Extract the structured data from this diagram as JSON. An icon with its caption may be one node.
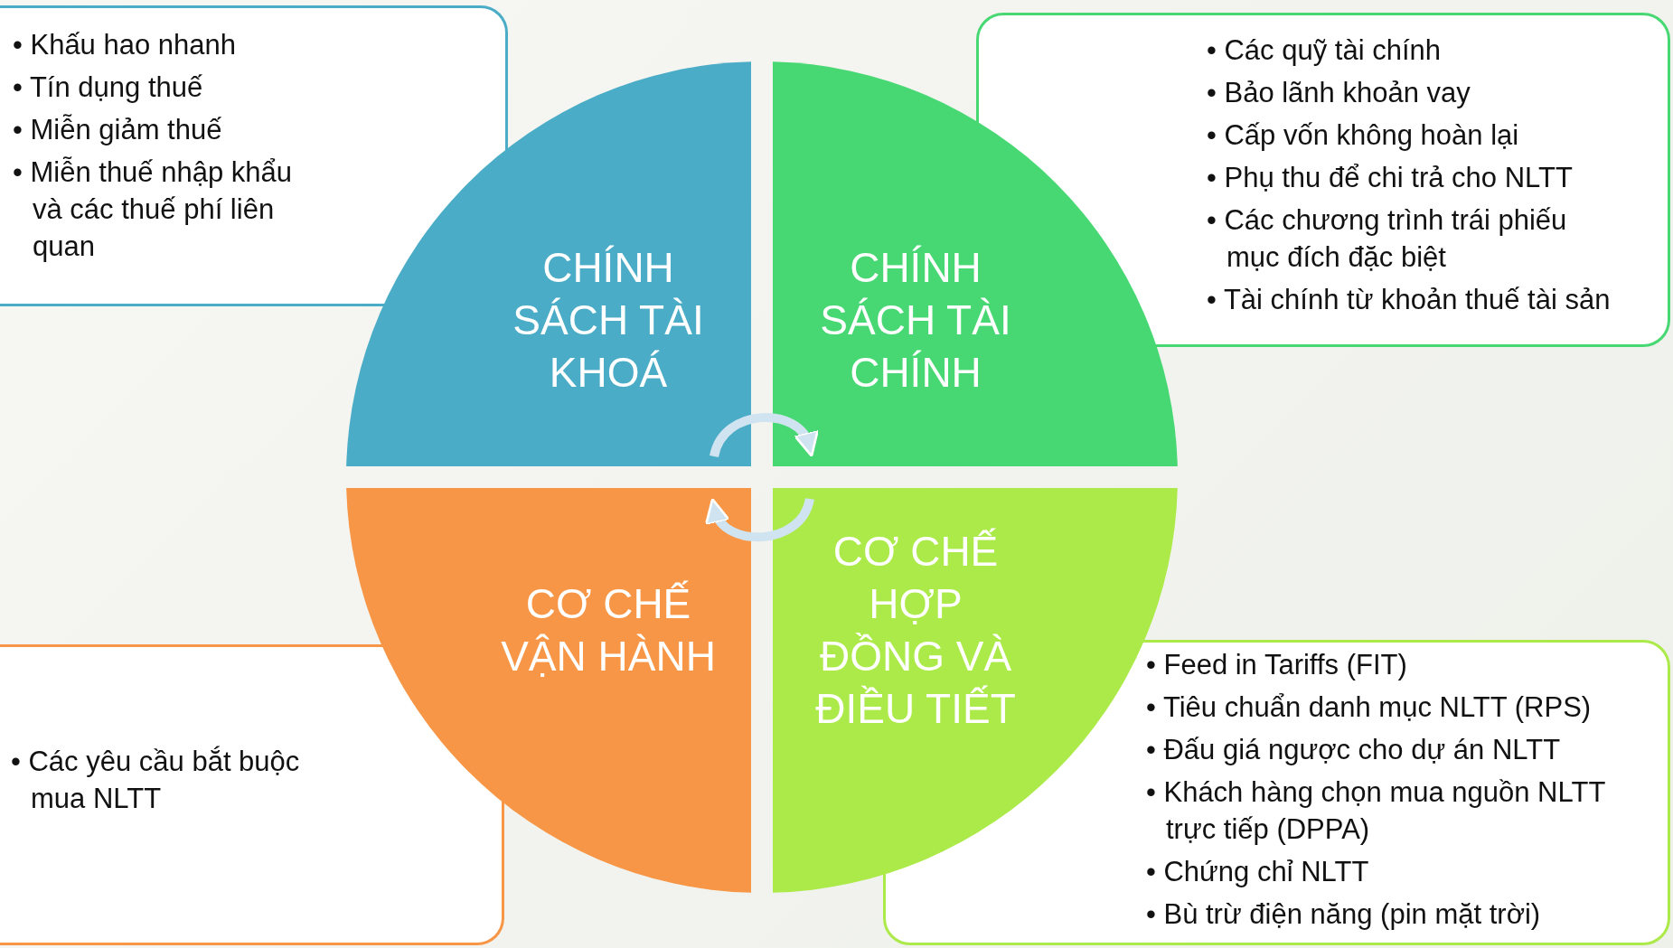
{
  "diagram": {
    "nodes": [
      {
        "text": [
          "• Khấu hao nhanh",
          "• Tín dụng thuế",
          "• Miễn giảm thuế",
          "• Miễn thuế nhập khẩu và các thuế phí liên quan"
        ]
      },
      {
        "text": [
          "• Các quỹ tài chính",
          "• Bảo lãnh khoản vay",
          "• Cấp vốn không hoàn lại",
          "• Phụ thu để chi trả cho NLTT",
          "• Các chương trình trái phiếu mục đích đặc biệt",
          "• Tài chính từ khoản thuế tài sản"
        ]
      },
      {
        "text": [
          "CHÍNH SÁCH TÀI KHOÁ"
        ]
      },
      {
        "text": [
          "CHÍNH SÁCH TÀI CHÍNH"
        ]
      },
      {
        "text": [
          "CƠ CHẾ VẬN HÀNH"
        ]
      },
      {
        "text": [
          "CƠ CHẾ HỢP ĐỒNG VÀ ĐIỀU TIẾT"
        ]
      },
      {
        "text": [
          "• Các yêu cầu bắt buộc mua NLTT"
        ]
      },
      {
        "text": [
          "• Feed in Tariffs (FIT)",
          "• Tiêu chuẩn danh mục NLTT (RPS)",
          "• Đấu giá ngược cho dự án NLTT",
          "• Khách hàng chọn mua nguồn NLTT trực tiếp (DPPA)",
          "• Chứng chỉ NLTT",
          "• Bù trừ điện năng (pin mặt trời)"
        ]
      }
    ],
    "edges": [
      {
        "from": 2,
        "to": 3,
        "arrow": "to"
      },
      {
        "from": 5,
        "to": 4,
        "arrow": "to"
      }
    ]
  }
}
